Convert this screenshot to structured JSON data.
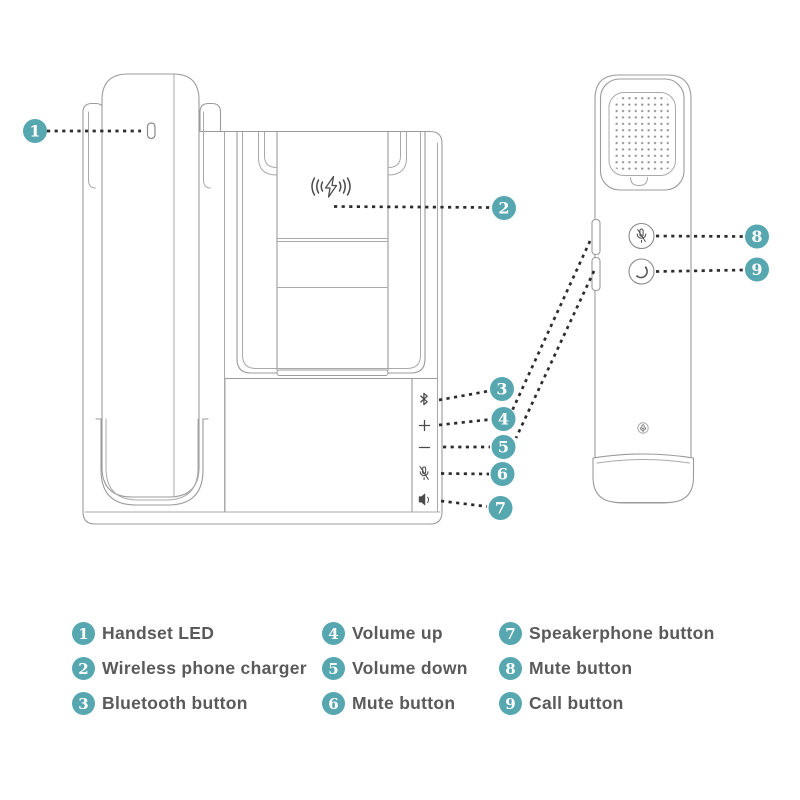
{
  "colors": {
    "accent_teal": "#57a7b1",
    "line_art_gray": "#9b9b9b",
    "dash_black": "#2c2c2c",
    "legend_text": "#5a5a5a"
  },
  "callouts": [
    {
      "num": "1",
      "label": "Handset LED"
    },
    {
      "num": "2",
      "label": "Wireless phone charger"
    },
    {
      "num": "3",
      "label": "Bluetooth button"
    },
    {
      "num": "4",
      "label": "Volume up"
    },
    {
      "num": "5",
      "label": "Volume down"
    },
    {
      "num": "6",
      "label": "Mute button"
    },
    {
      "num": "7",
      "label": "Speakerphone button"
    },
    {
      "num": "8",
      "label": "Mute button"
    },
    {
      "num": "9",
      "label": "Call button"
    }
  ],
  "base_strip_glyphs": {
    "volume_up": "+",
    "volume_down": "−"
  },
  "icons": {
    "base_strip": [
      "bluetooth-icon",
      "plus-icon",
      "minus-icon",
      "mic-mute-icon",
      "speaker-icon"
    ],
    "charger": "wireless-charging-bolt-icon",
    "handset_buttons": [
      "mic-mute-icon",
      "call-handset-icon"
    ],
    "handset_other": [
      "led-slot",
      "mic-hole-icon",
      "speaker-grille"
    ]
  }
}
